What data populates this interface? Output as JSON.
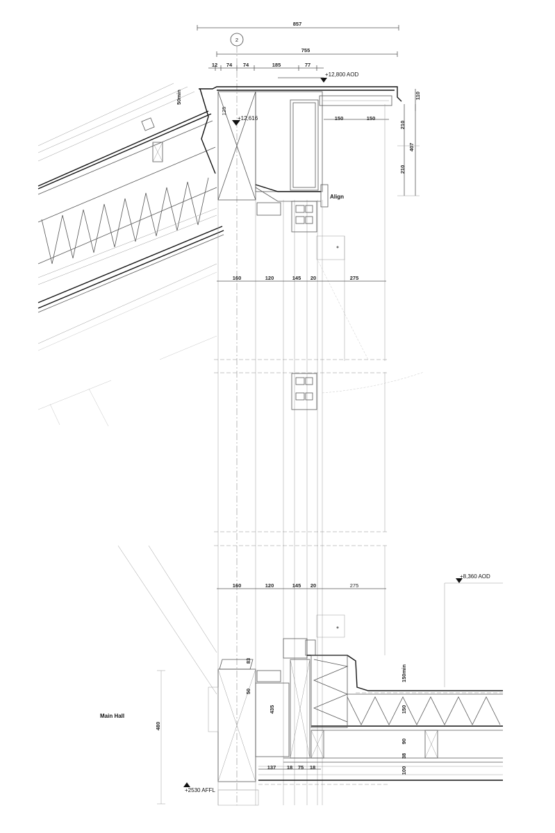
{
  "grid_marker": "2",
  "top_dims": {
    "overall": "857",
    "inner": "755",
    "segments": [
      "12",
      "74",
      "74",
      "185",
      "77"
    ]
  },
  "levels": {
    "roof": "+12,800 AOD",
    "ridge": "+12,616",
    "flat_roof": "+8,360 AOD",
    "floor": "+2530 AFFL"
  },
  "notes": {
    "align": "Align",
    "main_hall": "Main Hall"
  },
  "upper_dims": {
    "v125": "125",
    "h150a": "150",
    "h150b": "150",
    "v110": "110",
    "v210a": "210",
    "v407": "407",
    "v210b": "210",
    "v50min": "50min"
  },
  "wall_dims_upper": [
    "160",
    "120",
    "145",
    "20",
    "275"
  ],
  "wall_dims_lower": [
    "160",
    "120",
    "145",
    "20",
    "275"
  ],
  "base_dims": {
    "v83": "83",
    "v50": "50",
    "v435": "435",
    "v480": "480",
    "v150min": "150min",
    "v150": "150",
    "v90": "90",
    "v38": "38",
    "v100": "100",
    "h137": "137",
    "h18a": "18",
    "h75": "75",
    "h18b": "18"
  }
}
